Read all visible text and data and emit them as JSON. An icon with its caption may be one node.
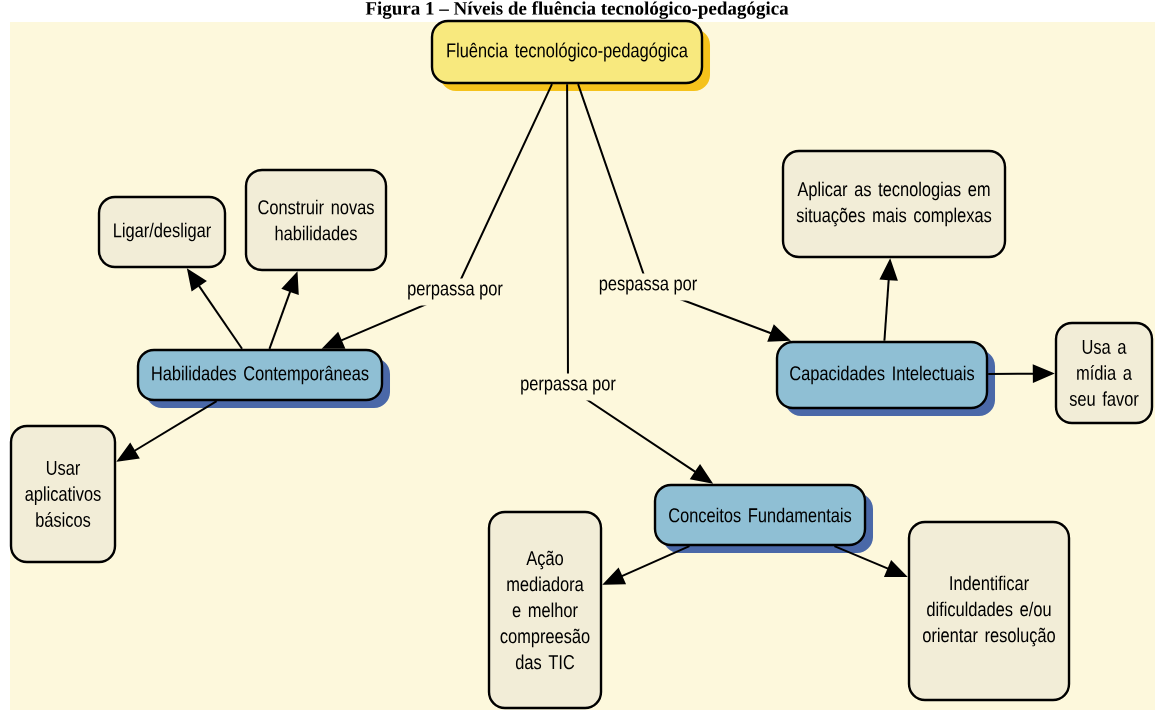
{
  "diagram": {
    "title": "Figura 1 – Níveis de fluência tecnológico-pedagógica",
    "nodes": [
      {
        "text": [
          "Fluência tecnológico-pedagógica"
        ]
      },
      {
        "text": [
          "Habilidades Contemporâneas"
        ]
      },
      {
        "text": [
          "Ligar/desligar"
        ]
      },
      {
        "text": [
          "Construir novas habilidades"
        ]
      },
      {
        "text": [
          "Usar aplicativos básicos"
        ]
      },
      {
        "text": [
          "Conceitos Fundamentais"
        ]
      },
      {
        "text": [
          "Ação mediadora e melhor compreesão das TIC"
        ]
      },
      {
        "text": [
          "Indentificar dificuldades e/ou orientar resolução"
        ]
      },
      {
        "text": [
          "Capacidades Intelectuais"
        ]
      },
      {
        "text": [
          "Aplicar as tecnologias em situações mais complexas"
        ]
      },
      {
        "text": [
          "Usa a mídia a seu favor"
        ]
      }
    ],
    "edges": [
      {
        "from": 0,
        "to": 1,
        "arrow": "to",
        "label": "perpassa por"
      },
      {
        "from": 0,
        "to": 5,
        "arrow": "to",
        "label": "perpassa por"
      },
      {
        "from": 0,
        "to": 8,
        "arrow": "to",
        "label": "pespassa por"
      },
      {
        "from": 1,
        "to": 2,
        "arrow": "to"
      },
      {
        "from": 1,
        "to": 3,
        "arrow": "to"
      },
      {
        "from": 1,
        "to": 4,
        "arrow": "to"
      },
      {
        "from": 8,
        "to": 9,
        "arrow": "to"
      },
      {
        "from": 8,
        "to": 10,
        "arrow": "to"
      },
      {
        "from": 5,
        "to": 6,
        "arrow": "to"
      },
      {
        "from": 5,
        "to": 7,
        "arrow": "to"
      }
    ]
  }
}
